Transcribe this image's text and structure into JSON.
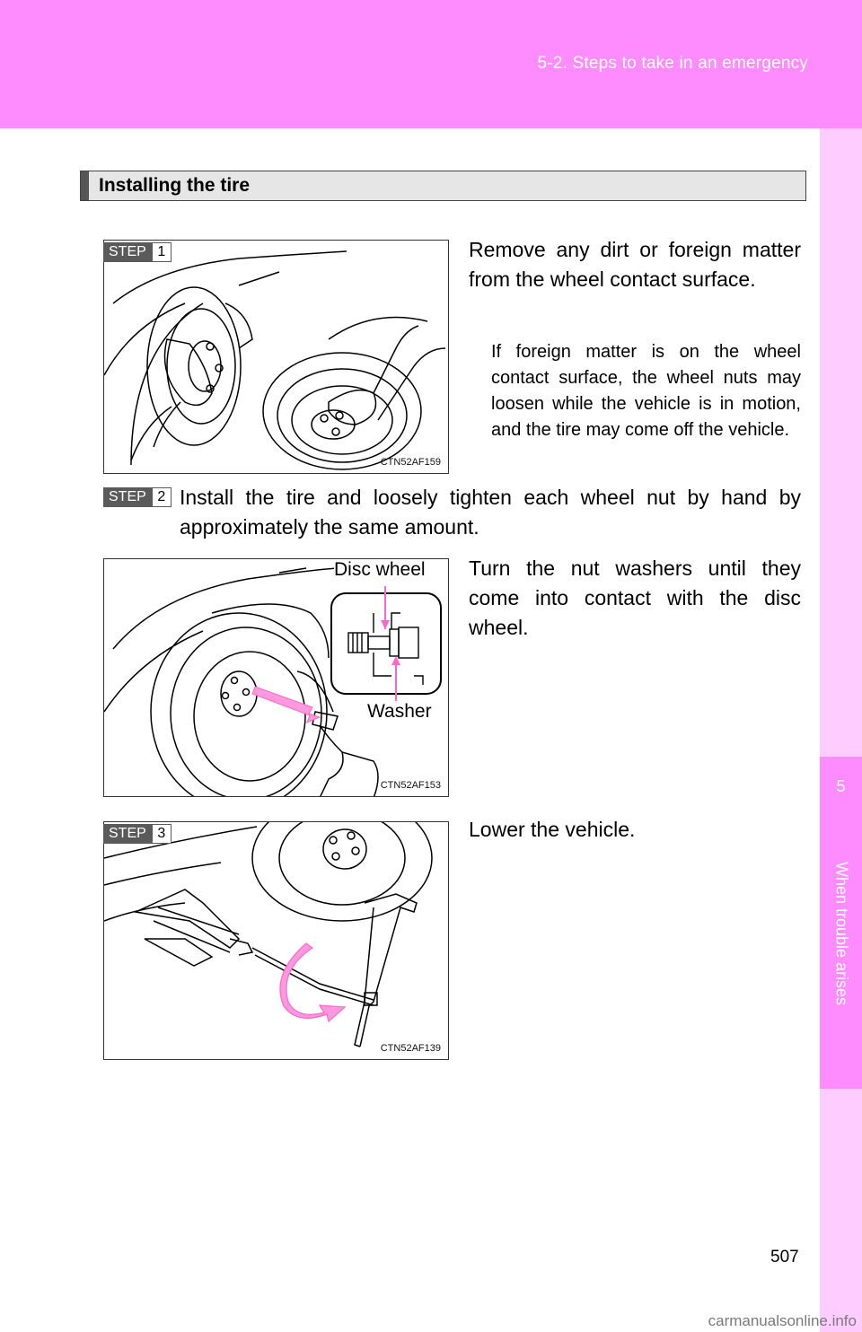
{
  "header": {
    "section": "5-2. Steps to take in an emergency"
  },
  "side": {
    "chapter_number": "5",
    "chapter_title": "When trouble arises"
  },
  "section": {
    "title": "Installing the tire"
  },
  "steps": [
    {
      "label": "STEP",
      "number": "1",
      "text": "Remove any dirt or foreign matter from the wheel contact surface.",
      "note": "If foreign matter is on the wheel contact surface, the wheel nuts may loosen while the vehicle is in motion, and the tire may come off the vehicle.",
      "figure_code": "CTN52AF159"
    },
    {
      "label": "STEP",
      "number": "2",
      "text": "Install the tire and loosely tighten each wheel nut by hand by approximately the same amount.",
      "subtext": "Turn the nut washers until they come into contact with the disc wheel.",
      "figure_code": "CTN52AF153",
      "callouts": {
        "disc_wheel": "Disc wheel",
        "washer": "Washer"
      }
    },
    {
      "label": "STEP",
      "number": "3",
      "text": "Lower the vehicle.",
      "figure_code": "CTN52AF139"
    }
  ],
  "page_number": "507",
  "watermark": "carmanualsonline.info",
  "colors": {
    "header": "#ff8cff",
    "side_light": "#ffccff",
    "callout_arrow": "#ff66cc"
  }
}
